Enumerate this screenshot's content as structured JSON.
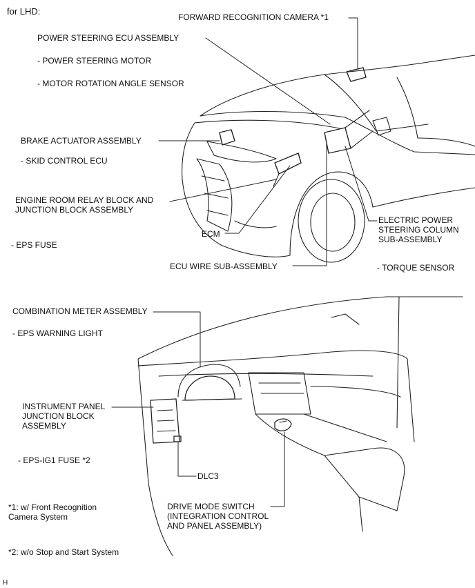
{
  "header": "for LHD:",
  "labels": {
    "forward_camera": "FORWARD RECOGNITION CAMERA *1",
    "ps_ecu": "POWER STEERING ECU ASSEMBLY",
    "ps_motor": "- POWER STEERING MOTOR",
    "motor_angle_sensor": "- MOTOR ROTATION ANGLE SENSOR",
    "brake_actuator": "BRAKE ACTUATOR ASSEMBLY",
    "skid_control": "- SKID CONTROL ECU",
    "relay_block": "ENGINE ROOM RELAY BLOCK AND\nJUNCTION BLOCK ASSEMBLY",
    "ecm": "ECM",
    "eps_fuse": "- EPS FUSE",
    "column": "ELECTRIC POWER\nSTEERING COLUMN\nSUB-ASSEMBLY",
    "ecu_wire": "ECU WIRE SUB-ASSEMBLY",
    "torque_sensor": "- TORQUE SENSOR",
    "combo_meter": "COMBINATION METER ASSEMBLY",
    "eps_warning": "- EPS WARNING LIGHT",
    "ip_junction": "INSTRUMENT PANEL\nJUNCTION BLOCK\nASSEMBLY",
    "eps_ig1": "- EPS-IG1 FUSE *2",
    "dlc3": "DLC3",
    "drive_mode": "DRIVE MODE SWITCH\n(INTEGRATION CONTROL\nAND PANEL ASSEMBLY)"
  },
  "notes": {
    "note1": "*1: w/ Front Recognition\nCamera System",
    "note2": "*2: w/o Stop and Start System"
  },
  "corner_mark": "H"
}
